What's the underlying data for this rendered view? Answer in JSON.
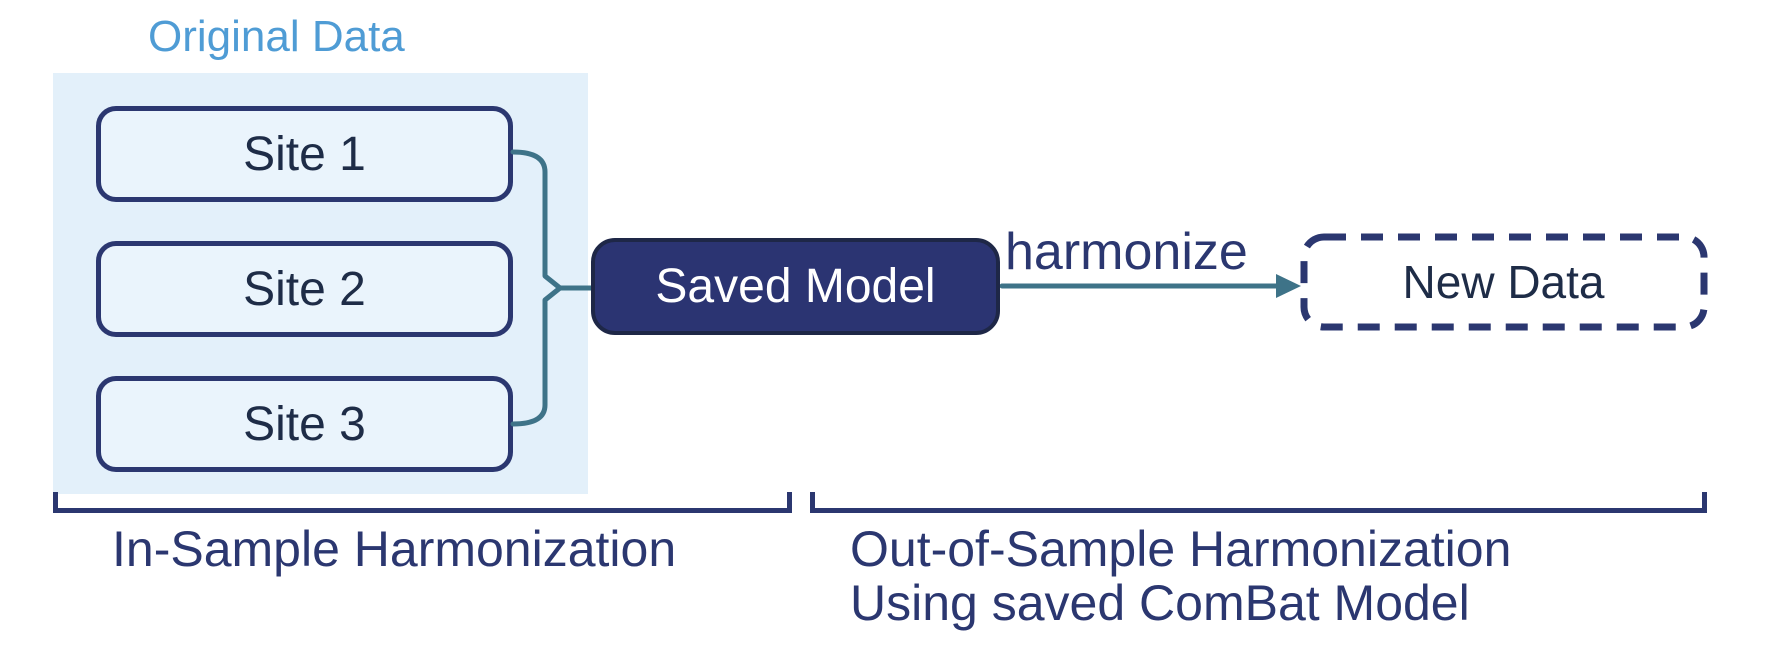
{
  "colors": {
    "navy": "#2B3770",
    "teal": "#3E7388",
    "model_fill": "#2B3472",
    "model_border": "#1E2747",
    "slate_text": "#1E2C47",
    "container_fill": "#E3F0FA",
    "site_fill": "#EAF4FC",
    "original_blue": "#4F9CD5",
    "white_text": "#FFFFFF"
  },
  "original_data": {
    "label": "Original Data"
  },
  "sites": [
    {
      "label": "Site 1"
    },
    {
      "label": "Site 2"
    },
    {
      "label": "Site 3"
    }
  ],
  "saved_model": {
    "label": "Saved Model"
  },
  "arrow": {
    "label": "harmonize"
  },
  "new_data": {
    "label": "New Data"
  },
  "captions": {
    "in_sample": "In-Sample Harmonization",
    "out_of_sample_line1": "Out-of-Sample Harmonization",
    "out_of_sample_line2": "Using saved ComBat Model"
  }
}
